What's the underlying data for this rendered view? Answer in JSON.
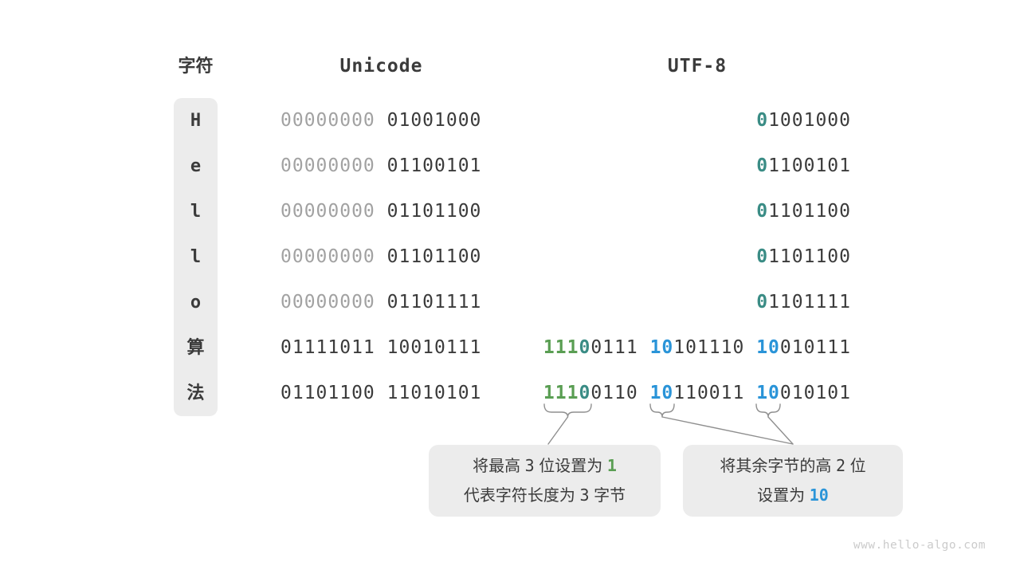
{
  "header": {
    "char": "字符",
    "unicode": "Unicode",
    "utf8": "UTF-8"
  },
  "colors": {
    "green": "#5a9e53",
    "teal": "#3a8c85",
    "blue": "#2a94d8",
    "dark_text": "#3b3b3b",
    "gray_text": "#a2a2a2",
    "box_background": "#ececec"
  },
  "rows": [
    {
      "char": "H",
      "unicode": [
        [
          "00000000",
          "gray"
        ],
        [
          " 01001000",
          "dark"
        ]
      ],
      "utf8": [
        [
          "0",
          "teal"
        ],
        [
          "1001000",
          "dark"
        ]
      ]
    },
    {
      "char": "e",
      "unicode": [
        [
          "00000000",
          "gray"
        ],
        [
          " 01100101",
          "dark"
        ]
      ],
      "utf8": [
        [
          "0",
          "teal"
        ],
        [
          "1100101",
          "dark"
        ]
      ]
    },
    {
      "char": "l",
      "unicode": [
        [
          "00000000",
          "gray"
        ],
        [
          " 01101100",
          "dark"
        ]
      ],
      "utf8": [
        [
          "0",
          "teal"
        ],
        [
          "1101100",
          "dark"
        ]
      ]
    },
    {
      "char": "l",
      "unicode": [
        [
          "00000000",
          "gray"
        ],
        [
          " 01101100",
          "dark"
        ]
      ],
      "utf8": [
        [
          "0",
          "teal"
        ],
        [
          "1101100",
          "dark"
        ]
      ]
    },
    {
      "char": "o",
      "unicode": [
        [
          "00000000",
          "gray"
        ],
        [
          " 01101111",
          "dark"
        ]
      ],
      "utf8": [
        [
          "0",
          "teal"
        ],
        [
          "1101111",
          "dark"
        ]
      ]
    },
    {
      "char": "算",
      "unicode": [
        [
          "01111011 10010111",
          "dark"
        ]
      ],
      "utf8": [
        [
          "111",
          "green"
        ],
        [
          "0",
          "teal"
        ],
        [
          "0111 ",
          "dark"
        ],
        [
          "10",
          "blue"
        ],
        [
          "101110 ",
          "dark"
        ],
        [
          "10",
          "blue"
        ],
        [
          "010111",
          "dark"
        ]
      ]
    },
    {
      "char": "法",
      "unicode": [
        [
          "01101100 11010101",
          "dark"
        ]
      ],
      "utf8": [
        [
          "111",
          "green"
        ],
        [
          "0",
          "teal"
        ],
        [
          "0110 ",
          "dark"
        ],
        [
          "10",
          "blue"
        ],
        [
          "110011 ",
          "dark"
        ],
        [
          "10",
          "blue"
        ],
        [
          "010101",
          "dark"
        ]
      ]
    }
  ],
  "callouts": [
    {
      "name": "callout-leading-bits",
      "lines": [
        [
          [
            "将最高 ",
            "text"
          ],
          [
            "3",
            "num"
          ],
          [
            " 位设置为 ",
            "text"
          ],
          [
            "1",
            "green"
          ]
        ],
        [
          [
            "代表字符长度为 ",
            "text"
          ],
          [
            "3",
            "num"
          ],
          [
            " 字节",
            "text"
          ]
        ]
      ]
    },
    {
      "name": "callout-continuation-bits",
      "lines": [
        [
          [
            "将其余字节的高 ",
            "text"
          ],
          [
            "2",
            "num"
          ],
          [
            " 位",
            "text"
          ]
        ],
        [
          [
            "设置为 ",
            "text"
          ],
          [
            "10",
            "blue"
          ]
        ]
      ]
    }
  ],
  "watermark": "www.hello-algo.com"
}
